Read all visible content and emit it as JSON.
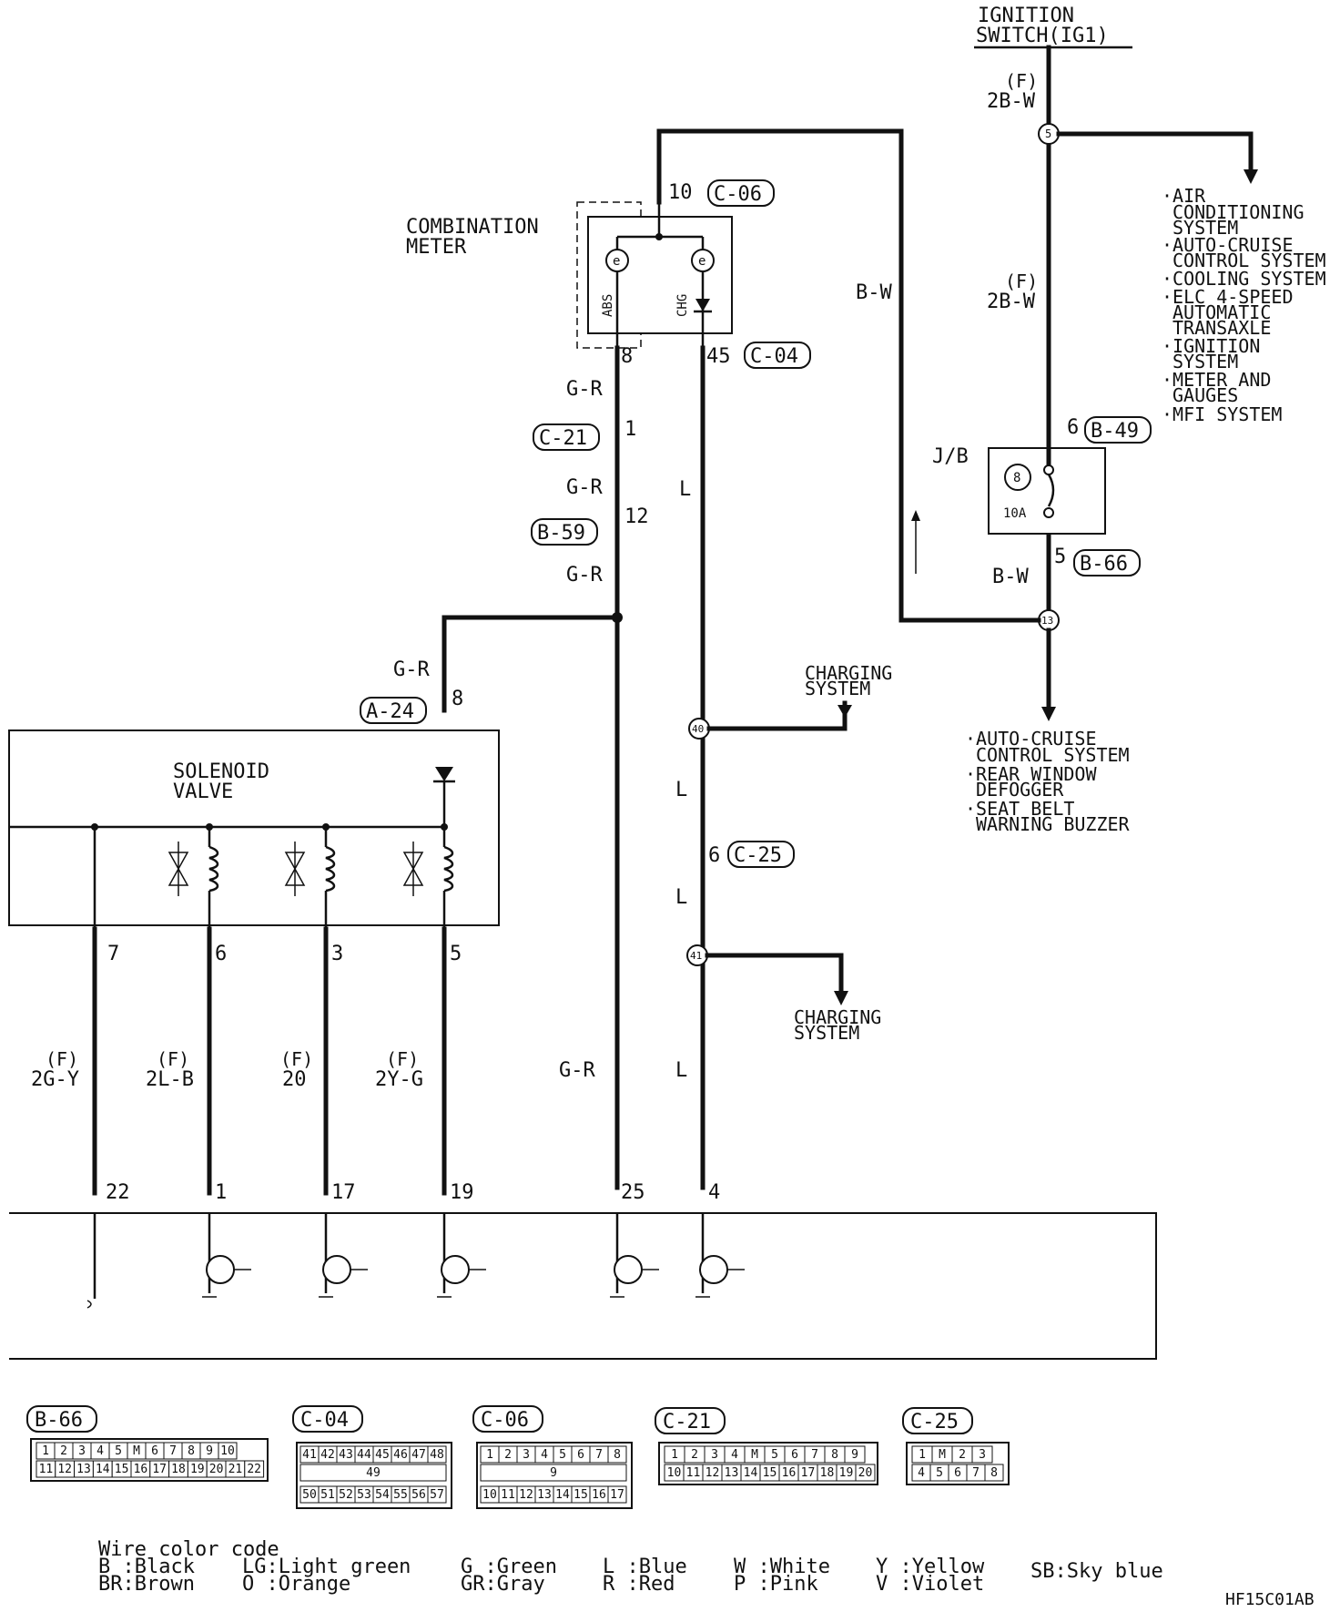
{
  "diagram": {
    "top_power": {
      "line1": "IGNITION",
      "line2": "SWITCH(IG1)"
    },
    "combination_meter": {
      "line1": "COMBINATION",
      "line2": "METER",
      "abs": "ABS",
      "chg": "CHG"
    },
    "solenoid_valve": {
      "line1": "SOLENOID",
      "line2": "VALVE"
    },
    "jb": {
      "label": "J/B",
      "fuse_no": "8",
      "rating": "10A"
    },
    "connectors": {
      "c06": "C-06",
      "c04": "C-04",
      "c21": "C-21",
      "b59": "B-59",
      "a24": "A-24",
      "c25": "C-25",
      "b49": "B-49",
      "b66": "B-66"
    },
    "pins": {
      "p10": "10",
      "p8": "8",
      "p45": "45",
      "p1": "1",
      "p12": "12",
      "a24_8": "8",
      "c25_6": "6",
      "b49_6": "6",
      "b66_5": "5",
      "sv7": "7",
      "sv6": "6",
      "sv3": "3",
      "sv5": "5",
      "e22": "22",
      "e1": "1",
      "e17": "17",
      "e19": "19",
      "e25": "25",
      "e4": "4"
    },
    "splices": {
      "s5": "5",
      "s13": "13",
      "s40": "40",
      "s41": "41"
    },
    "wires": {
      "gr1": "G-R",
      "gr2": "G-R",
      "gr3": "G-R",
      "gr4": "G-R",
      "gr5": "G-R",
      "l1": "L",
      "l2": "L",
      "l3": "L",
      "l4": "L",
      "bw_long": "B-W",
      "bw_jb": "B-W",
      "f_tag": "(F)",
      "w2bw_top": "2B-W",
      "w2bw_mid": "2B-W",
      "w2gy": "2G-Y",
      "w2lb": "2L-B",
      "w20": "20",
      "w2yg": "2Y-G"
    },
    "branches": {
      "top_right": [
        "·AIR",
        "CONDITIONING",
        "SYSTEM",
        "·AUTO-CRUISE",
        "CONTROL SYSTEM",
        "·COOLING SYSTEM",
        "·ELC 4-SPEED",
        "AUTOMATIC",
        "TRANSAXLE",
        "·IGNITION",
        "SYSTEM",
        "·METER AND",
        "GAUGES",
        "·MFI SYSTEM"
      ],
      "bottom_right": [
        "·AUTO-CRUISE",
        "CONTROL SYSTEM",
        "·REAR WINDOW",
        "DEFOGGER",
        "·SEAT BELT",
        "WARNING BUZZER"
      ],
      "charging1": {
        "line1": "CHARGING",
        "line2": "SYSTEM"
      },
      "charging2": {
        "line1": "CHARGING",
        "line2": "SYSTEM"
      }
    },
    "connector_views": {
      "b66": {
        "row1": [
          "1",
          "2",
          "3",
          "4",
          "5",
          "",
          "6",
          "7",
          "8",
          "9",
          "10"
        ],
        "row2": [
          "11",
          "12",
          "13",
          "14",
          "15",
          "16",
          "17",
          "18",
          "19",
          "20",
          "21",
          "22"
        ]
      },
      "c04": {
        "row1": [
          "41",
          "42",
          "43",
          "44",
          "45",
          "46",
          "47",
          "48"
        ],
        "mid": "49",
        "row3": [
          "50",
          "51",
          "52",
          "53",
          "54",
          "55",
          "56",
          "57"
        ]
      },
      "c06": {
        "row1": [
          "1",
          "2",
          "3",
          "4",
          "5",
          "6",
          "7",
          "8"
        ],
        "mid": "9",
        "row3": [
          "10",
          "11",
          "12",
          "13",
          "14",
          "15",
          "16",
          "17"
        ]
      },
      "c21": {
        "row1": [
          "1",
          "2",
          "3",
          "4",
          "",
          "5",
          "6",
          "7",
          "8",
          "9"
        ],
        "row2": [
          "10",
          "11",
          "12",
          "13",
          "14",
          "15",
          "16",
          "17",
          "18",
          "19",
          "20"
        ]
      },
      "c25": {
        "row1": [
          "1",
          "",
          "2",
          "3"
        ],
        "row2": [
          "4",
          "5",
          "6",
          "7",
          "8"
        ]
      }
    },
    "legend": {
      "title": "Wire color code",
      "col1a": "B :Black",
      "col1b": "BR:Brown",
      "col2a": "LG:Light green",
      "col2b": "O :Orange",
      "col3a": "G :Green",
      "col3b": "GR:Gray",
      "col4a": "L :Blue",
      "col4b": "R :Red",
      "col5a": "W :White",
      "col5b": "P :Pink",
      "col6a": "Y :Yellow",
      "col6b": "V :Violet",
      "col7a": "SB:Sky blue"
    },
    "figure_code": "HF15C01AB"
  }
}
